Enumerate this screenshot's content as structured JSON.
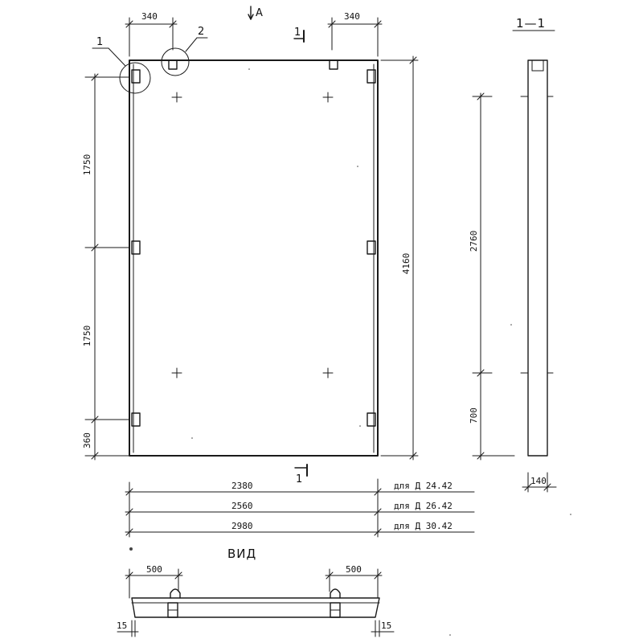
{
  "top": {
    "dim_left": "340",
    "dim_right": "340",
    "view_arrow": "А",
    "section_mark": "1"
  },
  "callouts": {
    "c1": "1",
    "c2": "2"
  },
  "left_dims": {
    "upper": "1750",
    "lower": "1750",
    "bottom": "360"
  },
  "height_dim": "4160",
  "section": {
    "title": "1—1",
    "dim_upper": "2760",
    "dim_lower": "700",
    "thickness": "140"
  },
  "width_rows": [
    {
      "value": "2380",
      "note": "для Д 24.42"
    },
    {
      "value": "2560",
      "note": "для Д 26.42"
    },
    {
      "value": "2980",
      "note": "для Д 30.42"
    }
  ],
  "view": {
    "title": "ВИД",
    "dim_left": "500",
    "dim_right": "500",
    "edge_left": "15",
    "edge_right": "15"
  }
}
